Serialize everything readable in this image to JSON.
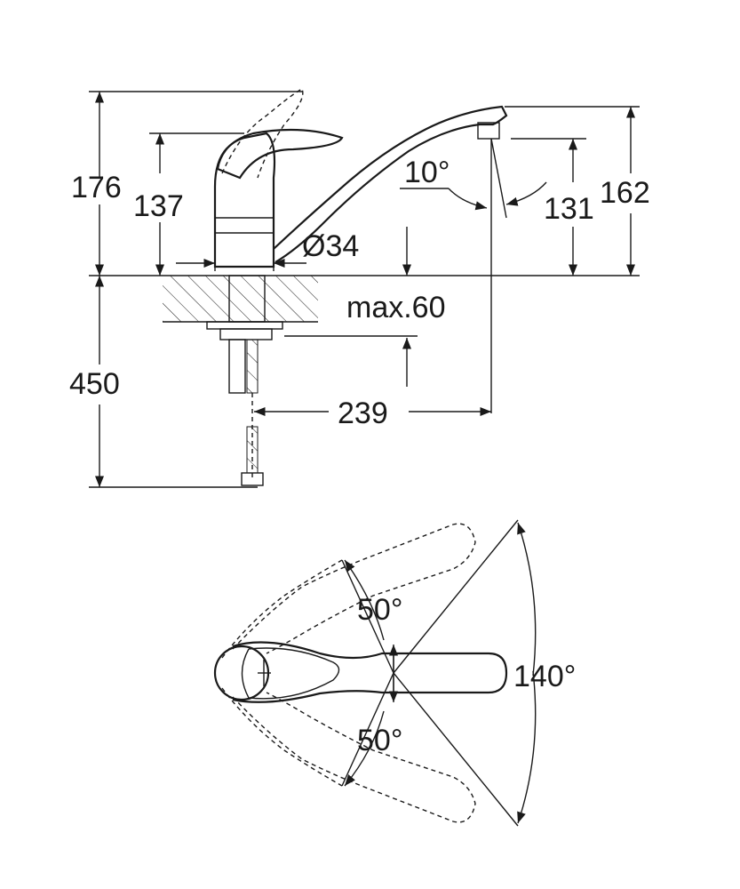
{
  "side_view": {
    "dim_176": "176",
    "dim_137": "137",
    "dim_10deg": "10°",
    "dim_131": "131",
    "dim_162": "162",
    "dim_d34": "Ø34",
    "dim_max60": "max.60",
    "dim_450": "450",
    "dim_239": "239"
  },
  "top_view": {
    "angle_upper": "50°",
    "angle_lower": "50°",
    "angle_total": "140°"
  }
}
